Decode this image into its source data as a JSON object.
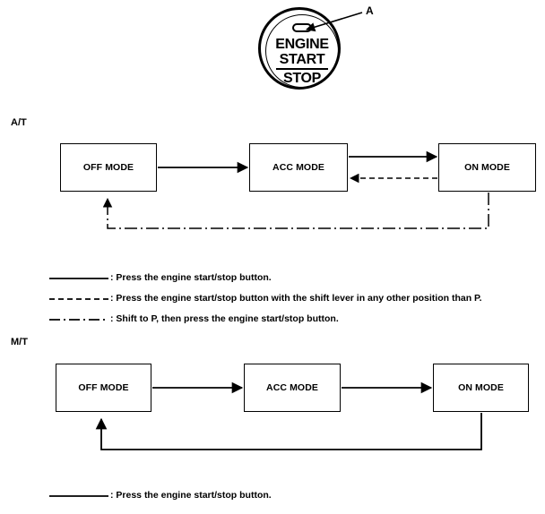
{
  "illustration": {
    "button": {
      "line1": "ENGINE",
      "line2": "START",
      "line3": "STOP",
      "indicator_name": "indicator-lamp"
    },
    "callout": {
      "label": "A"
    }
  },
  "sections": [
    {
      "id": "at",
      "label": "A/T",
      "boxes": [
        {
          "id": "off",
          "label": "OFF MODE"
        },
        {
          "id": "acc",
          "label": "ACC MODE"
        },
        {
          "id": "on",
          "label": "ON MODE"
        }
      ],
      "legend": [
        {
          "style": "solid",
          "text": ": Press the engine start/stop button."
        },
        {
          "style": "dashed",
          "text": ": Press the engine start/stop button with the shift lever in any other position than P."
        },
        {
          "style": "dash-dot",
          "text": ": Shift to P, then press the engine start/stop button."
        }
      ]
    },
    {
      "id": "mt",
      "label": "M/T",
      "boxes": [
        {
          "id": "off",
          "label": "OFF MODE"
        },
        {
          "id": "acc",
          "label": "ACC MODE"
        },
        {
          "id": "on",
          "label": "ON MODE"
        }
      ],
      "legend": [
        {
          "style": "solid",
          "text": ": Press the engine start/stop button."
        }
      ]
    }
  ],
  "colors": {
    "stroke": "#000000",
    "background": "#ffffff"
  }
}
